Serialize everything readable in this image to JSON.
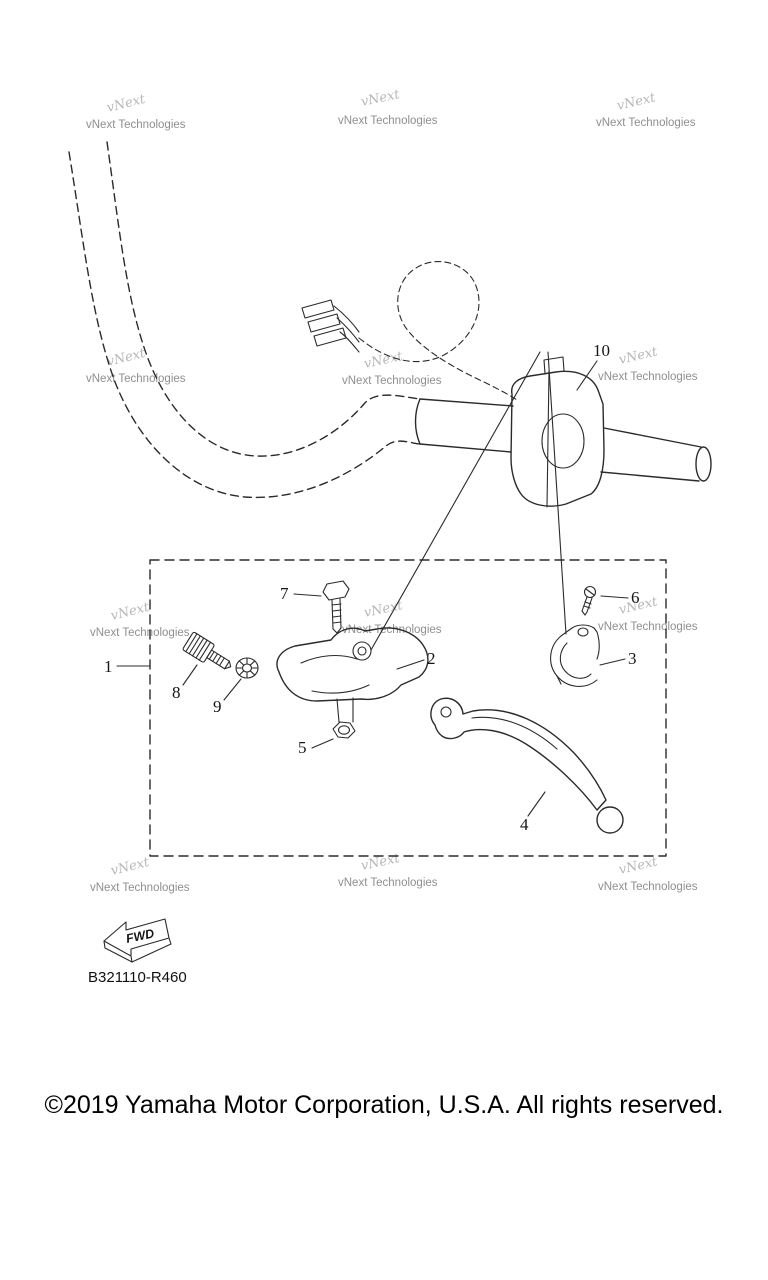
{
  "page": {
    "background_color": "#ffffff",
    "line_color": "#2b2b2b",
    "watermark_color": "#8f8f8f"
  },
  "watermark": {
    "script": "vNext",
    "label": "vNext Technologies"
  },
  "parts": {
    "p1": "1",
    "p2": "2",
    "p3": "3",
    "p4": "4",
    "p5": "5",
    "p6": "6",
    "p7": "7",
    "p8": "8",
    "p9": "9",
    "p10": "10"
  },
  "fwd": {
    "label": "FWD"
  },
  "footer": {
    "diagram_code": "B321110-R460",
    "copyright": "©2019 Yamaha Motor Corporation, U.S.A. All rights reserved."
  }
}
